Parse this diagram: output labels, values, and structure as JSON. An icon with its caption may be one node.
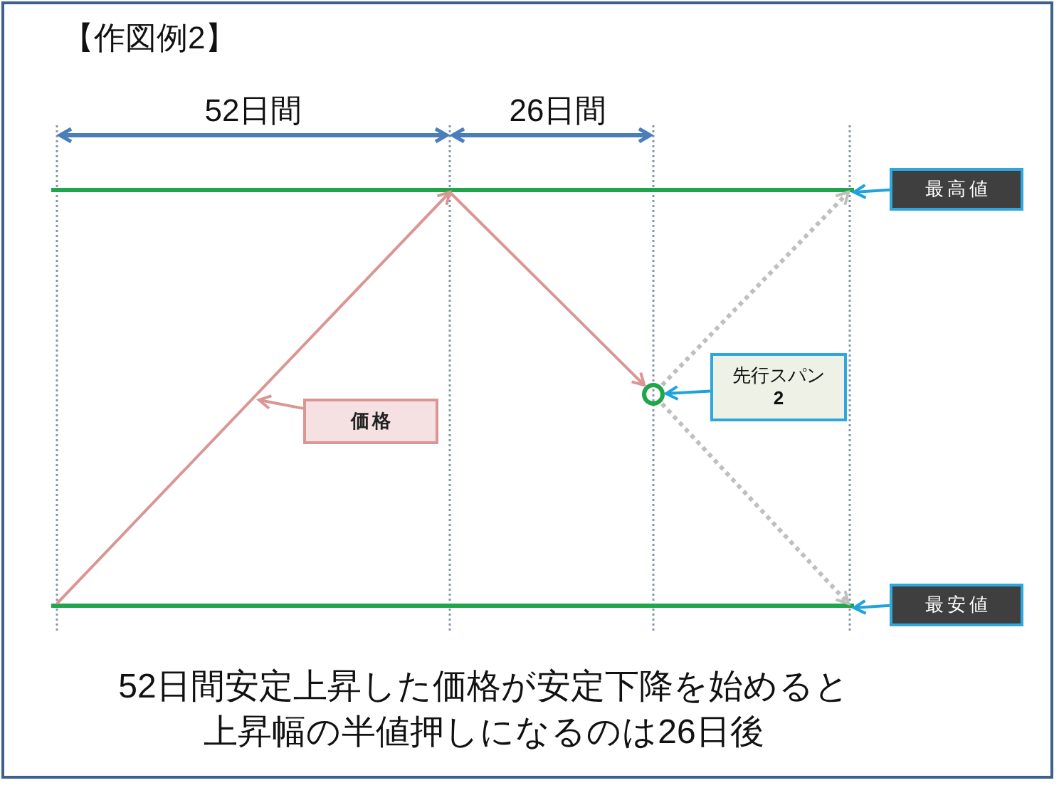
{
  "diagram": {
    "title": "【作図例2】",
    "nodes": [
      {
        "text": [
          "最高値"
        ]
      },
      {
        "text": [],
        "shape": "line"
      },
      {
        "text": [
          "先行スパン",
          "2"
        ]
      },
      {
        "text": [],
        "shape": "circle"
      },
      {
        "text": [
          "価格"
        ]
      },
      {
        "text": [],
        "shape": "line"
      },
      {
        "text": [
          "最安値"
        ]
      }
    ],
    "edges": [
      {
        "from": 0,
        "to": 1,
        "arrow": "to"
      },
      {
        "from": 5,
        "to": 1,
        "arrow": "to",
        "color": "#d99694"
      },
      {
        "from": 1,
        "to": 3,
        "arrow": "to",
        "color": "#d99694"
      },
      {
        "from": 2,
        "to": 3,
        "arrow": "to"
      },
      {
        "from": 3,
        "to": 1,
        "arrow": "to",
        "style": "dashed",
        "color": "#bfbfbf"
      },
      {
        "from": 3,
        "to": 5,
        "arrow": "to",
        "style": "dashed",
        "color": "#bfbfbf"
      },
      {
        "from": 4,
        "to": null,
        "arrow": "to",
        "color": "#d99694"
      },
      {
        "from": 6,
        "to": 5,
        "arrow": "to"
      }
    ],
    "labels": [
      "52日間",
      "26日間"
    ],
    "caption": "52日間安定上昇した価格が安定下降を始めると上昇幅の半値押しになるのは26日後"
  }
}
